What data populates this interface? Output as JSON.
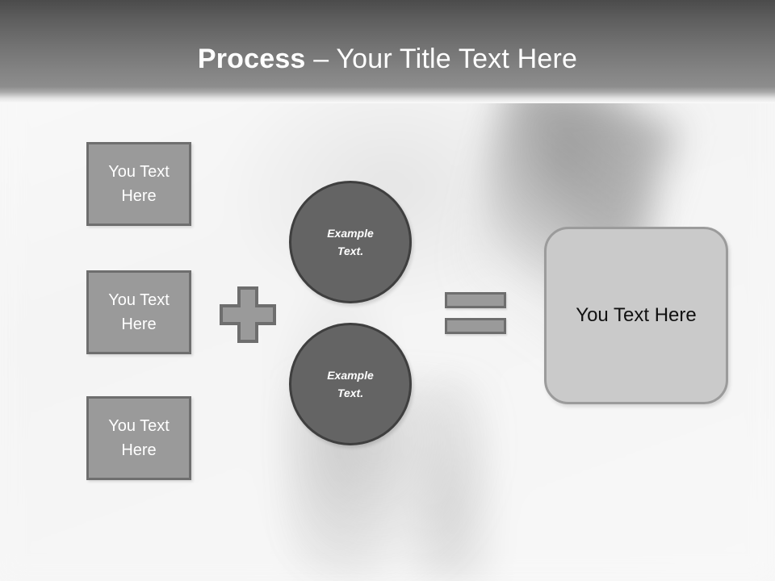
{
  "slide": {
    "title_bold": "Process",
    "title_separator": " – ",
    "title_regular": "Your Title Text Here",
    "title_full": "Process – Your Title Text Here"
  },
  "colors": {
    "header_gradient_top": "#4b4b4b",
    "header_gradient_bottom": "#8d8d8d",
    "box_fill": "#9a9a9a",
    "box_border": "#6e6e6e",
    "circle_fill": "#646464",
    "circle_border": "#3f3f3f",
    "result_fill": "#cacaca",
    "result_border": "#9b9b9b",
    "box_text": "#ffffff",
    "result_text": "#111111",
    "background": "#f7f7f7"
  },
  "inputs": {
    "boxes": [
      {
        "label": "You Text\nHere"
      },
      {
        "label": "You Text\nHere"
      },
      {
        "label": "You Text\nHere"
      }
    ]
  },
  "operators": {
    "plus": "plus-sign",
    "equals": "equals-sign"
  },
  "circles": [
    {
      "label": "Example\nText."
    },
    {
      "label": "Example\nText."
    }
  ],
  "result": {
    "label": "You Text Here"
  }
}
